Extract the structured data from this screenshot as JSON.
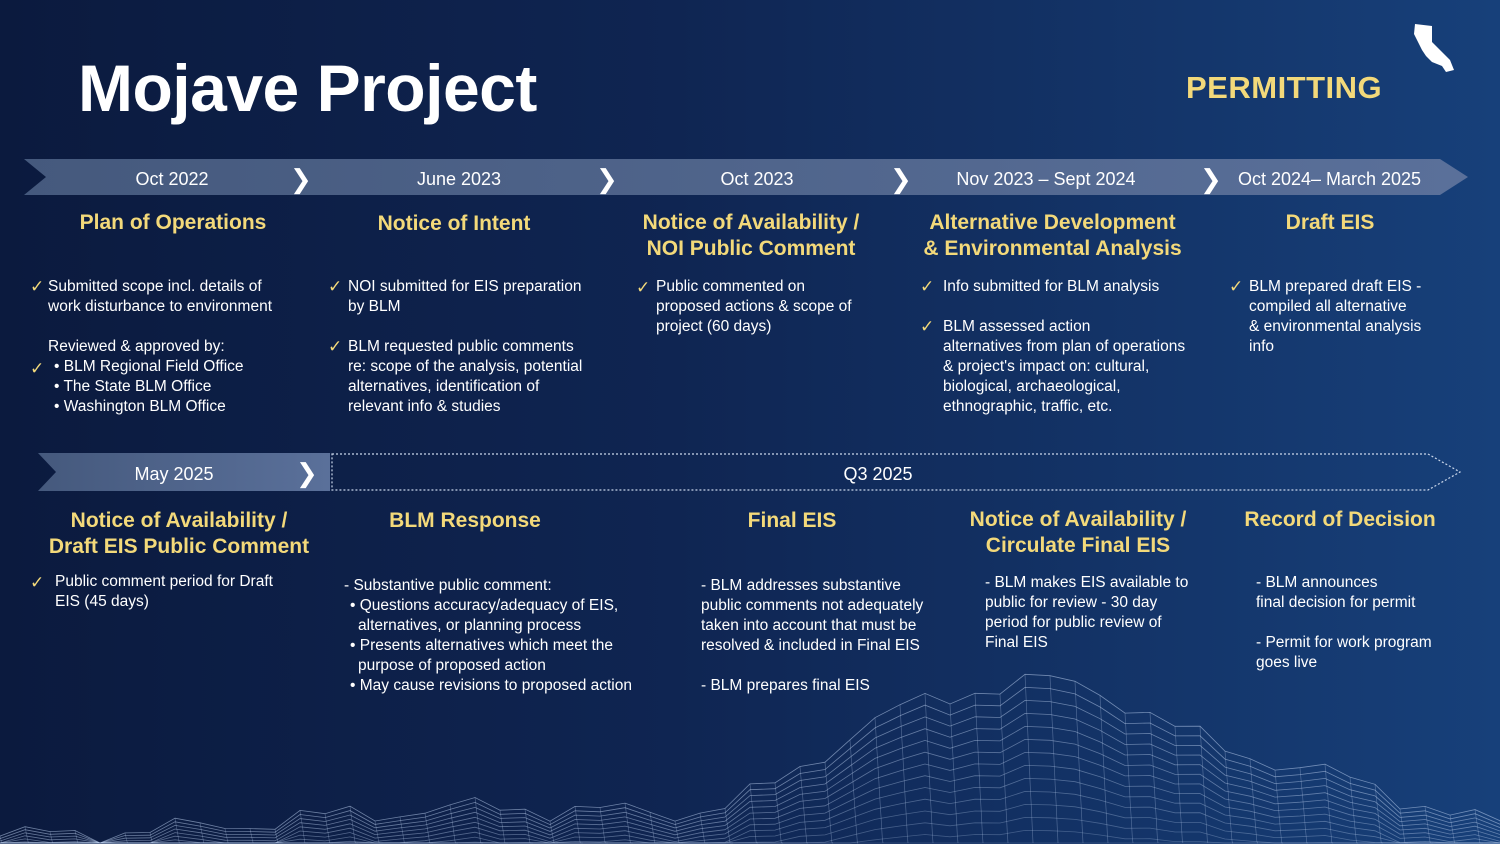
{
  "header": {
    "title": "Mojave Project",
    "badge": "PERMITTING"
  },
  "colors": {
    "accent": "#f3d97a",
    "background": "#0f2552",
    "band": "#4a5f82"
  },
  "row1": [
    {
      "date": "Oct 2022",
      "heading": [
        "Plan of Operations"
      ],
      "body": [
        "Submitted scope incl. details of",
        "work disturbance to environment",
        "",
        "Reviewed  & approved  by:",
        "• BLM Regional Field Office",
        "• The State BLM Office",
        "• Washington BLM Office"
      ]
    },
    {
      "date": "June 2023",
      "heading": [
        "Notice of Intent"
      ],
      "body": [
        "NOI submitted for EIS preparation",
        "by BLM",
        "",
        "BLM requested public comments",
        "re: scope of the analysis, potential",
        "alternatives, identification of",
        "relevant info & studies"
      ]
    },
    {
      "date": "Oct 2023",
      "heading": [
        "Notice of Availability /",
        "NOI Public Comment"
      ],
      "body": [
        "Public commented on",
        "proposed actions & scope of",
        "project  (60 days)"
      ]
    },
    {
      "date": "Nov 2023 – Sept 2024",
      "heading": [
        "Alternative Development",
        "& Environmental Analysis"
      ],
      "body": [
        "Info submitted for BLM analysis",
        "",
        "BLM assessed action",
        "alternatives from plan of operations",
        "& project's impact on: cultural,",
        "biological, archaeological,",
        "ethnographic, traffic, etc."
      ]
    },
    {
      "date": "Oct 2024– March 2025",
      "heading": [
        "Draft EIS"
      ],
      "body": [
        "BLM prepared draft EIS -",
        "compiled all alternative",
        "& environmental analysis",
        "info"
      ]
    }
  ],
  "row2": {
    "date_left": "May 2025",
    "date_right": "Q3 2025",
    "items": [
      {
        "heading": [
          "Notice of Availability /",
          "Draft EIS Public Comment"
        ],
        "body": [
          "Public comment period for Draft",
          "EIS  (45 days)"
        ]
      },
      {
        "heading": [
          "BLM Response"
        ],
        "body": [
          "- Substantive public comment:",
          "• Questions accuracy/adequacy of EIS,",
          "alternatives, or planning process",
          "• Presents alternatives which meet the",
          "purpose of proposed action",
          "• May cause revisions to proposed action"
        ]
      },
      {
        "heading": [
          "Final EIS"
        ],
        "body": [
          "- BLM addresses substantive",
          "public comments not adequately",
          "taken into account that must be",
          "resolved & included in Final EIS",
          "",
          "- BLM prepares final EIS"
        ]
      },
      {
        "heading": [
          "Notice of Availability /",
          "Circulate Final EIS"
        ],
        "body": [
          "- BLM makes EIS  available to",
          "public for review - 30 day",
          "period for public review of",
          "Final EIS"
        ]
      },
      {
        "heading": [
          "Record of Decision"
        ],
        "body": [
          "- BLM announces",
          "final decision for permit",
          "",
          "- Permit for work program",
          "goes live"
        ]
      }
    ]
  }
}
